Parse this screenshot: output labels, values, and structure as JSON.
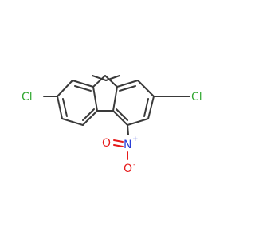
{
  "molecule": {
    "atoms": {
      "cl_left": "Cl",
      "cl_right": "Cl",
      "nitrogen": "N",
      "n_charge": "+",
      "oxygen_left": "O",
      "oxygen_bottom": "O",
      "o_charge": "-"
    },
    "colors": {
      "bond": "#3a3a3a",
      "chlorine": "#33a833",
      "nitrogen": "#2b3fd6",
      "oxygen": "#e61a1a"
    }
  }
}
